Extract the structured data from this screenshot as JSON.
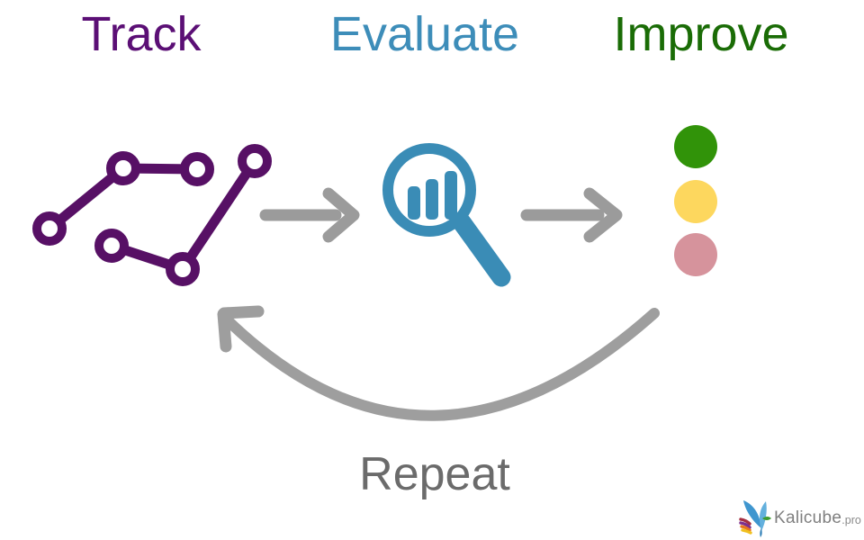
{
  "steps": [
    {
      "label": "Track",
      "color": "#5b0f75",
      "icon": "line-chart-icon"
    },
    {
      "label": "Evaluate",
      "color": "#3d8db9",
      "icon": "magnifier-bar-chart-icon"
    },
    {
      "label": "Improve",
      "color": "#1a6c06",
      "icon": "status-dots-icon"
    }
  ],
  "repeat": {
    "label": "Repeat",
    "color": "#6b6b6b"
  },
  "arrows": {
    "color": "#9b9b9b",
    "curve_color": "#9e9e9e"
  },
  "icon_colors": {
    "track": "#571065",
    "evaluate": "#3a8cb6"
  },
  "status_dots": [
    {
      "name": "green-dot",
      "color": "#319309"
    },
    {
      "name": "yellow-dot",
      "color": "#fdd75e"
    },
    {
      "name": "red-dot",
      "color": "#d6939c"
    }
  ],
  "branding": {
    "name": "Kalicube",
    "suffix": ".pro",
    "text_color": "#7f7f7f"
  }
}
